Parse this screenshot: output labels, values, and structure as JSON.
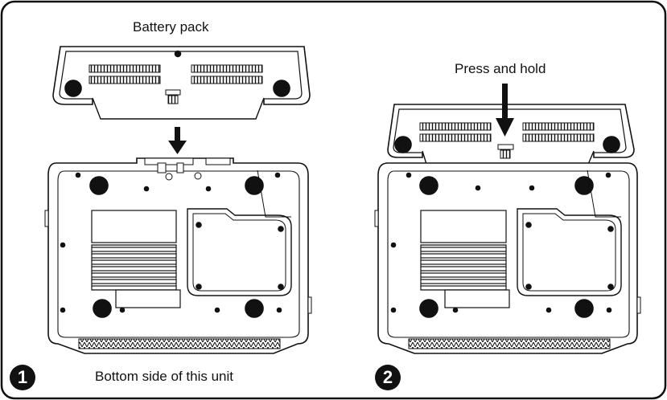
{
  "labels": {
    "battery_pack": "Battery pack",
    "press_and_hold": "Press and hold",
    "bottom_side": "Bottom side of this unit"
  },
  "steps": [
    {
      "number": "1"
    },
    {
      "number": "2"
    }
  ],
  "colors": {
    "line": "#111111",
    "fill": "#ffffff"
  }
}
